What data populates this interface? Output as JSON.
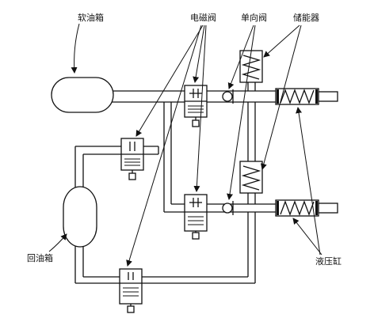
{
  "labels": {
    "soft_tank": "软油箱",
    "solenoid_valve": "电磁阀",
    "check_valve": "单向阀",
    "accumulator": "储能器",
    "return_tank": "回油箱",
    "hydraulic_cylinder": "液压缸"
  },
  "colors": {
    "line": "#111111",
    "background": "#ffffff"
  }
}
